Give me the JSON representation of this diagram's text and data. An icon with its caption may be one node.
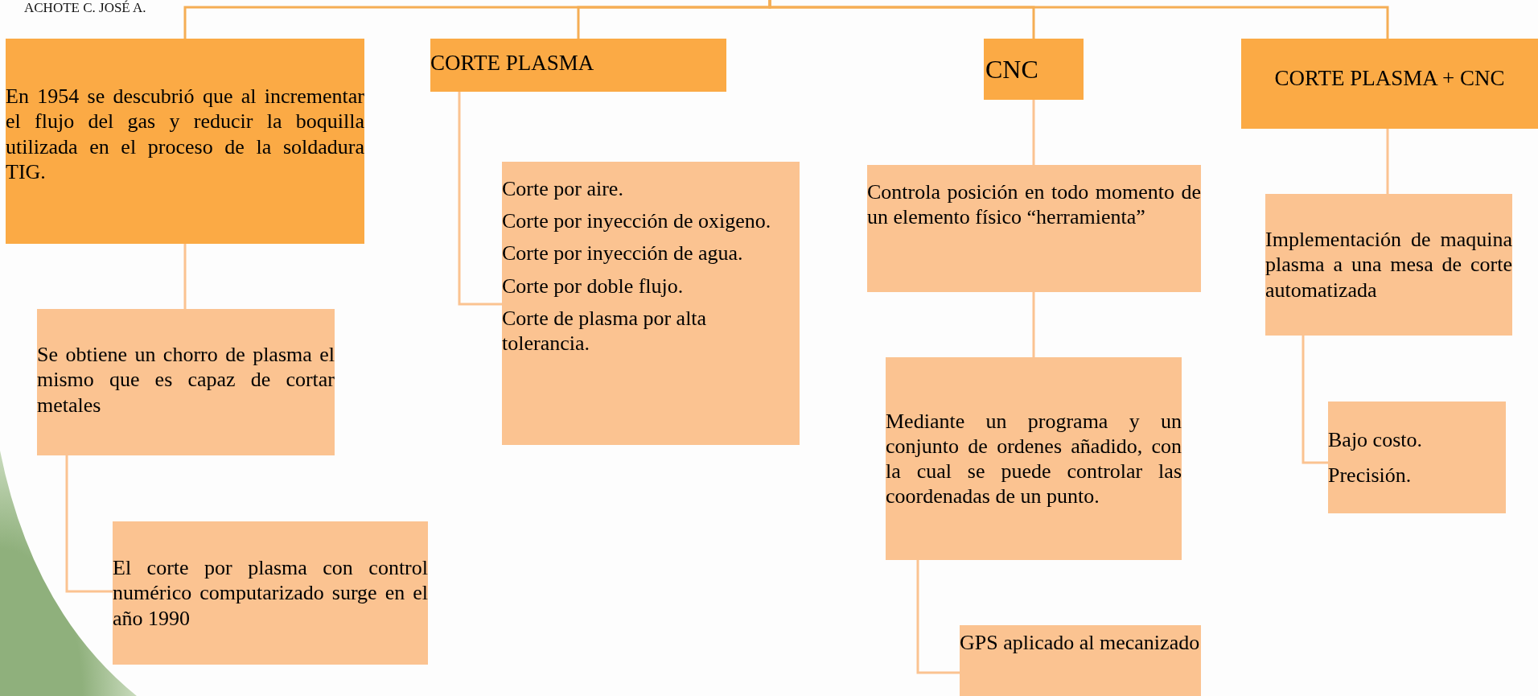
{
  "diagram": {
    "nodes": [
      {
        "text": [
          "En 1954 se descubrió que al incrementar el flujo del gas y reducir la boquilla utilizada en el proceso de la soldadura TIG."
        ]
      },
      {
        "text": [
          "Se obtiene un chorro de plasma el mismo que es capaz de cortar metales"
        ]
      },
      {
        "text": [
          "El corte por plasma con control numérico computarizado surge en el año 1990"
        ]
      },
      {
        "text": [
          "CORTE PLASMA"
        ]
      },
      {
        "text": [
          "Corte por aire.",
          "Corte por inyección de oxigeno.",
          "Corte por inyección de agua.",
          "Corte por doble flujo.",
          "Corte de plasma por alta tolerancia."
        ]
      },
      {
        "text": [
          "CNC"
        ]
      },
      {
        "text": [
          "Controla posición en todo momento de un elemento físico “herramienta”"
        ]
      },
      {
        "text": [
          "Mediante un programa y un conjunto de ordenes añadido, con la cual se puede controlar las coordenadas de un punto."
        ]
      },
      {
        "text": [
          "GPS aplicado al mecanizado"
        ]
      },
      {
        "text": [
          "CORTE PLASMA + CNC"
        ]
      },
      {
        "text": [
          "Implementación de maquina plasma a una mesa de corte automatizada"
        ]
      },
      {
        "text": [
          "Bajo costo.",
          "Precisión."
        ]
      }
    ],
    "edges": [
      {
        "from": null,
        "to": 0,
        "arrow": "none",
        "color": "#f5ae55"
      },
      {
        "from": null,
        "to": 3,
        "arrow": "none",
        "color": "#f5ae55"
      },
      {
        "from": null,
        "to": 5,
        "arrow": "none",
        "color": "#f5ae55"
      },
      {
        "from": null,
        "to": 9,
        "arrow": "none",
        "color": "#f5ae55"
      },
      {
        "from": 0,
        "to": 1,
        "arrow": "none"
      },
      {
        "from": 1,
        "to": 2,
        "arrow": "none"
      },
      {
        "from": 3,
        "to": 4,
        "arrow": "none"
      },
      {
        "from": 5,
        "to": 6,
        "arrow": "none"
      },
      {
        "from": 6,
        "to": 7,
        "arrow": "none"
      },
      {
        "from": 7,
        "to": 8,
        "arrow": "none"
      },
      {
        "from": 9,
        "to": 10,
        "arrow": "none"
      },
      {
        "from": 10,
        "to": 11,
        "arrow": "none"
      }
    ],
    "labels": [
      "ACHOTE C. JOSÉ A."
    ]
  }
}
